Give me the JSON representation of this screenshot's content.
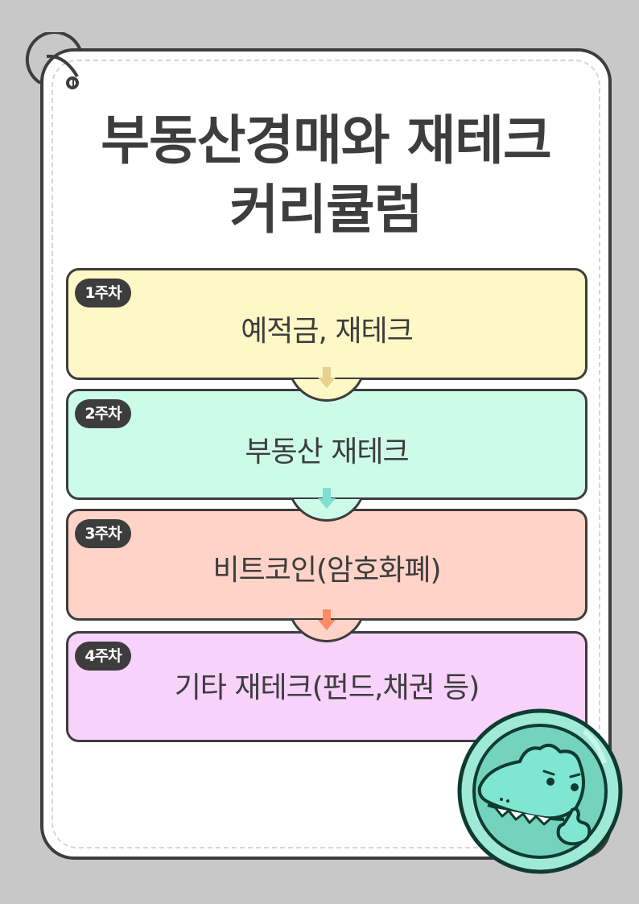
{
  "title": {
    "line1": "부동산경매와 재테크",
    "line2": "커리큘럼"
  },
  "weeks": [
    {
      "badge": "1주차",
      "topic": "예적금, 재테크",
      "bg": "#fdf8c6",
      "arrow": "#e8d08e"
    },
    {
      "badge": "2주차",
      "topic": "부동산 재테크",
      "bg": "#cdfbe9",
      "arrow": "#7fe0ce"
    },
    {
      "badge": "3주차",
      "topic": "비트코인(암호화폐)",
      "bg": "#ffd3c7",
      "arrow": "#ff8a66"
    },
    {
      "badge": "4주차",
      "topic": "기타 재테크(펀드,채권 등)",
      "bg": "#f7d2fb",
      "arrow": null
    }
  ],
  "icons": {
    "binder_ring": "binder-ring-icon",
    "down_arrow": "down-arrow-icon",
    "mascot": "crocodile-thumbs-up-coin-icon"
  },
  "colors": {
    "background": "#c8c8c8",
    "sheet": "#ffffff",
    "outline": "#3d3d3d",
    "coin_outer": "#9ee9d8",
    "coin_inner": "#74d3bd",
    "coin_dark": "#0f3b30"
  }
}
